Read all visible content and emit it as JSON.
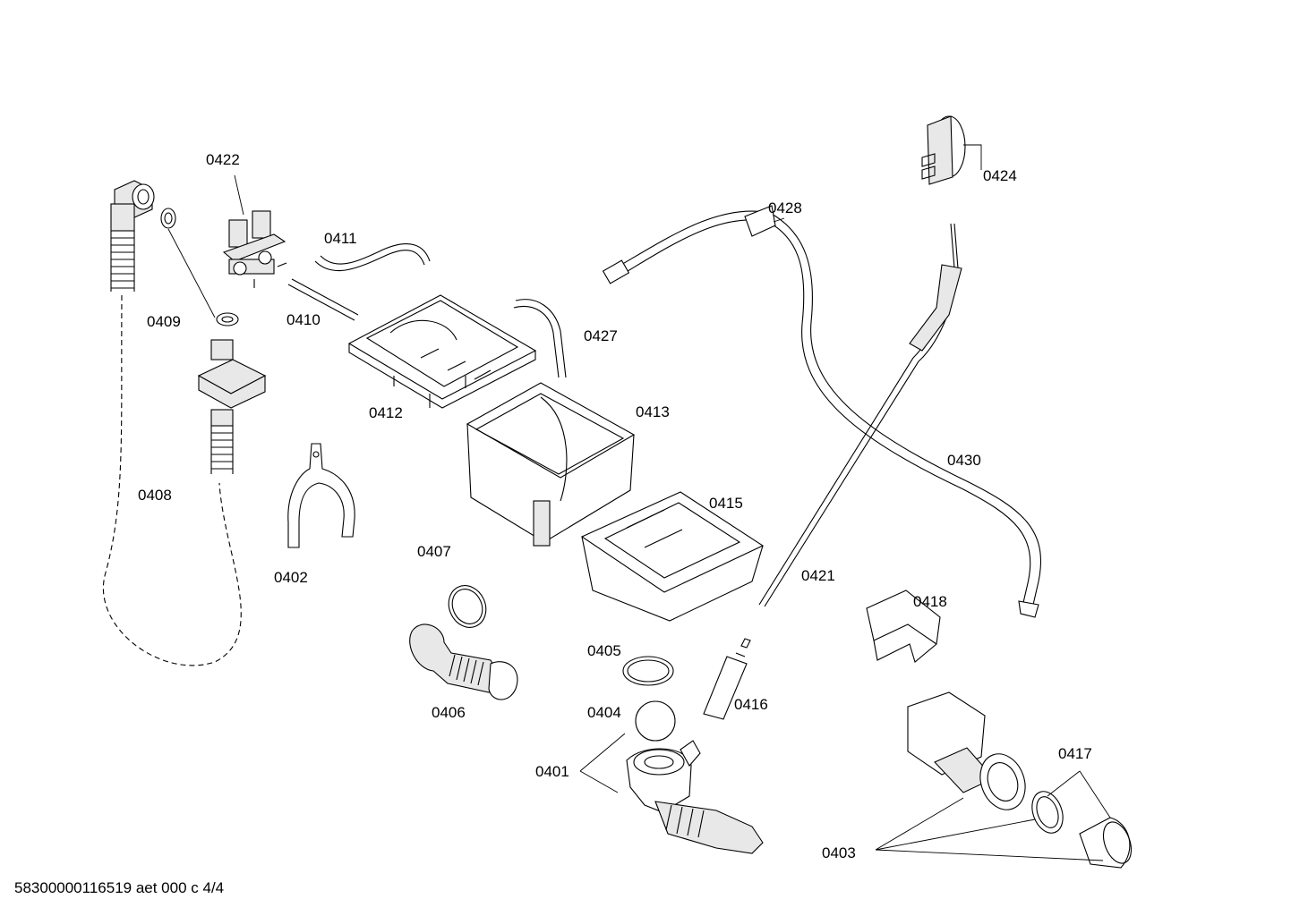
{
  "labels": {
    "p0401": "0401",
    "p0402": "0402",
    "p0403": "0403",
    "p0404": "0404",
    "p0405": "0405",
    "p0406": "0406",
    "p0407": "0407",
    "p0408": "0408",
    "p0409": "0409",
    "p0410": "0410",
    "p0411": "0411",
    "p0412": "0412",
    "p0413": "0413",
    "p0415": "0415",
    "p0416": "0416",
    "p0417": "0417",
    "p0418": "0418",
    "p0421": "0421",
    "p0422": "0422",
    "p0424": "0424",
    "p0427": "0427",
    "p0428": "0428",
    "p0430": "0430"
  },
  "footer": "58300000116519 aet 000 c 4/4"
}
